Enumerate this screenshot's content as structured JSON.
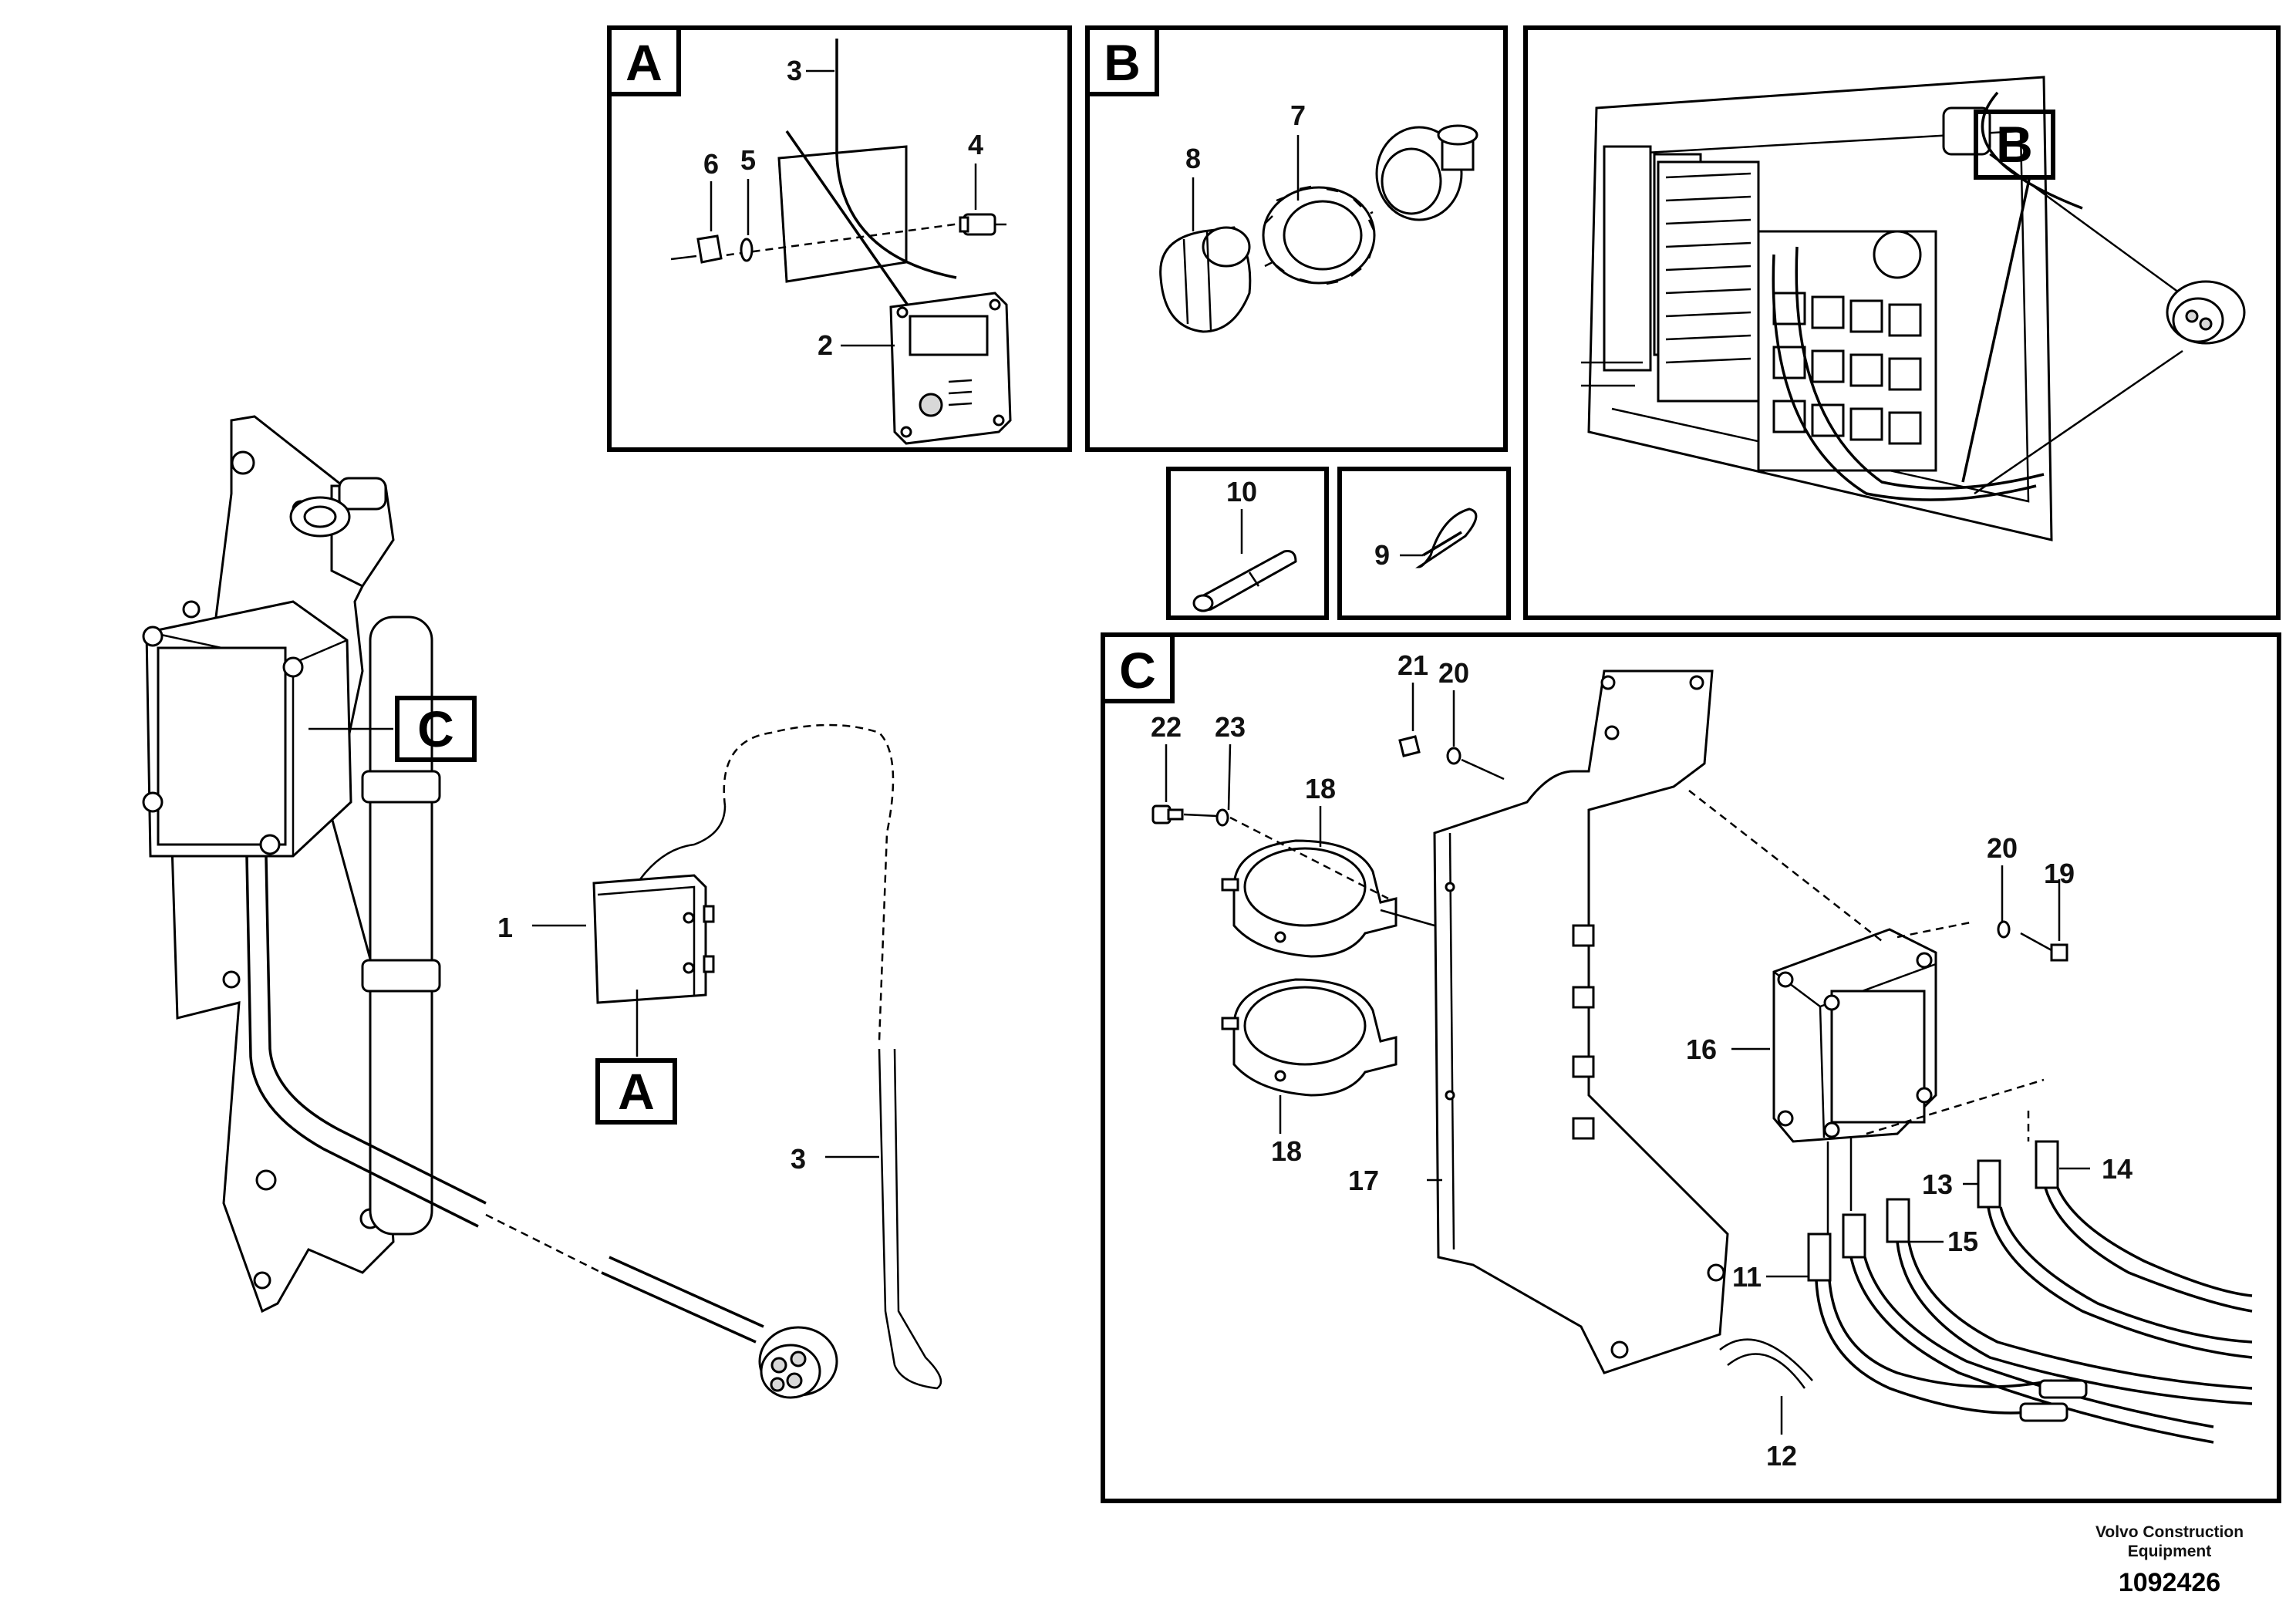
{
  "panels": {
    "a": {
      "tag": "A"
    },
    "b": {
      "tag": "B"
    },
    "c": {
      "tag": "C"
    }
  },
  "callouts": {
    "main_c": "C",
    "main_a": "A",
    "overview_b": "B"
  },
  "part_numbers": {
    "p1": "1",
    "p2": "2",
    "p3_a": "3",
    "p3_main": "3",
    "p4": "4",
    "p5": "5",
    "p6": "6",
    "p7": "7",
    "p8": "8",
    "p9": "9",
    "p10": "10",
    "p11": "11",
    "p12": "12",
    "p13": "13",
    "p14": "14",
    "p15": "15",
    "p16": "16",
    "p17": "17",
    "p18_top": "18",
    "p18_bottom": "18",
    "p19": "19",
    "p20_top": "20",
    "p20_right": "20",
    "p21": "21",
    "p22": "22",
    "p23": "23"
  },
  "footer": {
    "brand_line1": "Volvo Construction",
    "brand_line2": "Equipment",
    "doc_id": "1092426"
  }
}
